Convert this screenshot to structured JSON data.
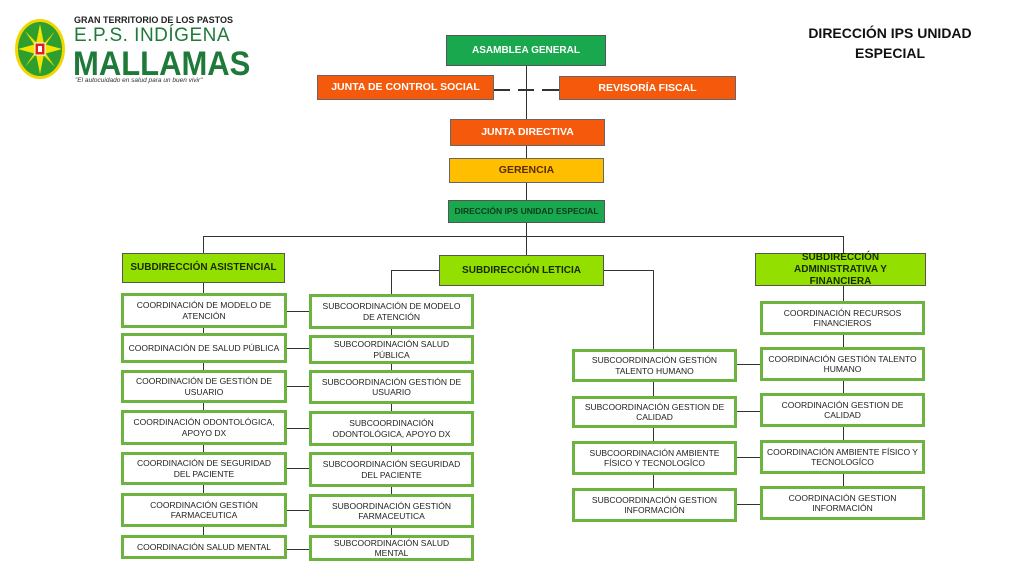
{
  "logo": {
    "icon": "star-emblem-icon",
    "line1": "GRAN TERRITORIO DE LOS PASTOS",
    "line2": "E.P.S. INDÍGENA",
    "brand": "MALLAMAS",
    "slogan": "\"El autocuidado en salud para un buen vivir\""
  },
  "page_title": {
    "line1": "DIRECCIÓN IPS UNIDAD",
    "line2": "ESPECIAL"
  },
  "colors": {
    "dark_green": "#1aa84e",
    "orange": "#f55a0c",
    "yellow": "#ffbf00",
    "lime": "#93e000",
    "node_border": "#6db33f"
  },
  "top": {
    "asamblea": "ASAMBLEA GENERAL",
    "junta_control": "JUNTA DE CONTROL SOCIAL",
    "revisoria": "REVISORÍA FISCAL",
    "junta_directiva": "JUNTA DIRECTIVA",
    "gerencia": "GERENCIA",
    "direccion": "DIRECCIÓN IPS UNIDAD ESPECIAL"
  },
  "subdirecciones": {
    "asistencial": "SUBDIRECCIÓN ASISTENCIAL",
    "leticia": "SUBDIRECCIÓN LETICIA",
    "administrativa": "SUBDIRECCIÓN ADMINISTRATIVA Y FINANCIERA"
  },
  "asistencial_coordinaciones": [
    "COORDINACIÓN DE MODELO DE ATENCIÓN",
    "COORDINACIÓN DE SALUD PÚBLICA",
    "COORDINACIÓN DE GESTIÓN DE USUARIO",
    "COORDINACIÓN ODONTOLÓGICA, APOYO DX",
    "COORDINACIÓN DE SEGURIDAD DEL PACIENTE",
    "COORDINACIÓN GESTIÓN FARMACEUTICA",
    "COORDINACIÓN SALUD MENTAL"
  ],
  "leticia_asistencial": [
    "SUBCOORDINACIÓN DE MODELO DE ATENCIÓN",
    "SUBCOORDINACIÓN SALUD PÚBLICA",
    "SUBCOORDINACIÓN GESTIÓN DE USUARIO",
    "SUBCOORDINACIÓN ODONTOLÓGICA, APOYO DX",
    "SUBCOORDINACIÓN  SEGURIDAD DEL PACIENTE",
    "SUBOORDINACIÓN GESTIÓN FARMACEUTICA",
    "SUBCOORDINACIÓN SALUD MENTAL"
  ],
  "leticia_administrativa": [
    "SUBCOORDINACIÓN GESTIÓN TALENTO HUMANO",
    "SUBCOORDINACIÓN  GESTION DE CALIDAD",
    "SUBCOORDINACIÓN AMBIENTE FÍSICO Y TECNOLOGÍCO",
    "SUBCOORDINACIÓN GESTION INFORMACIÓN"
  ],
  "administrativa_coordinaciones": [
    "COORDINACIÓN RECURSOS FINANCIEROS",
    "COORDINACIÓN GESTIÓN TALENTO HUMANO",
    "COORDINACIÓN GESTION DE CALIDAD",
    "COORDINACIÓN AMBIENTE FÍSICO Y TECNOLOGÍCO",
    "COORDINACIÓN GESTION INFORMACIÓN"
  ]
}
